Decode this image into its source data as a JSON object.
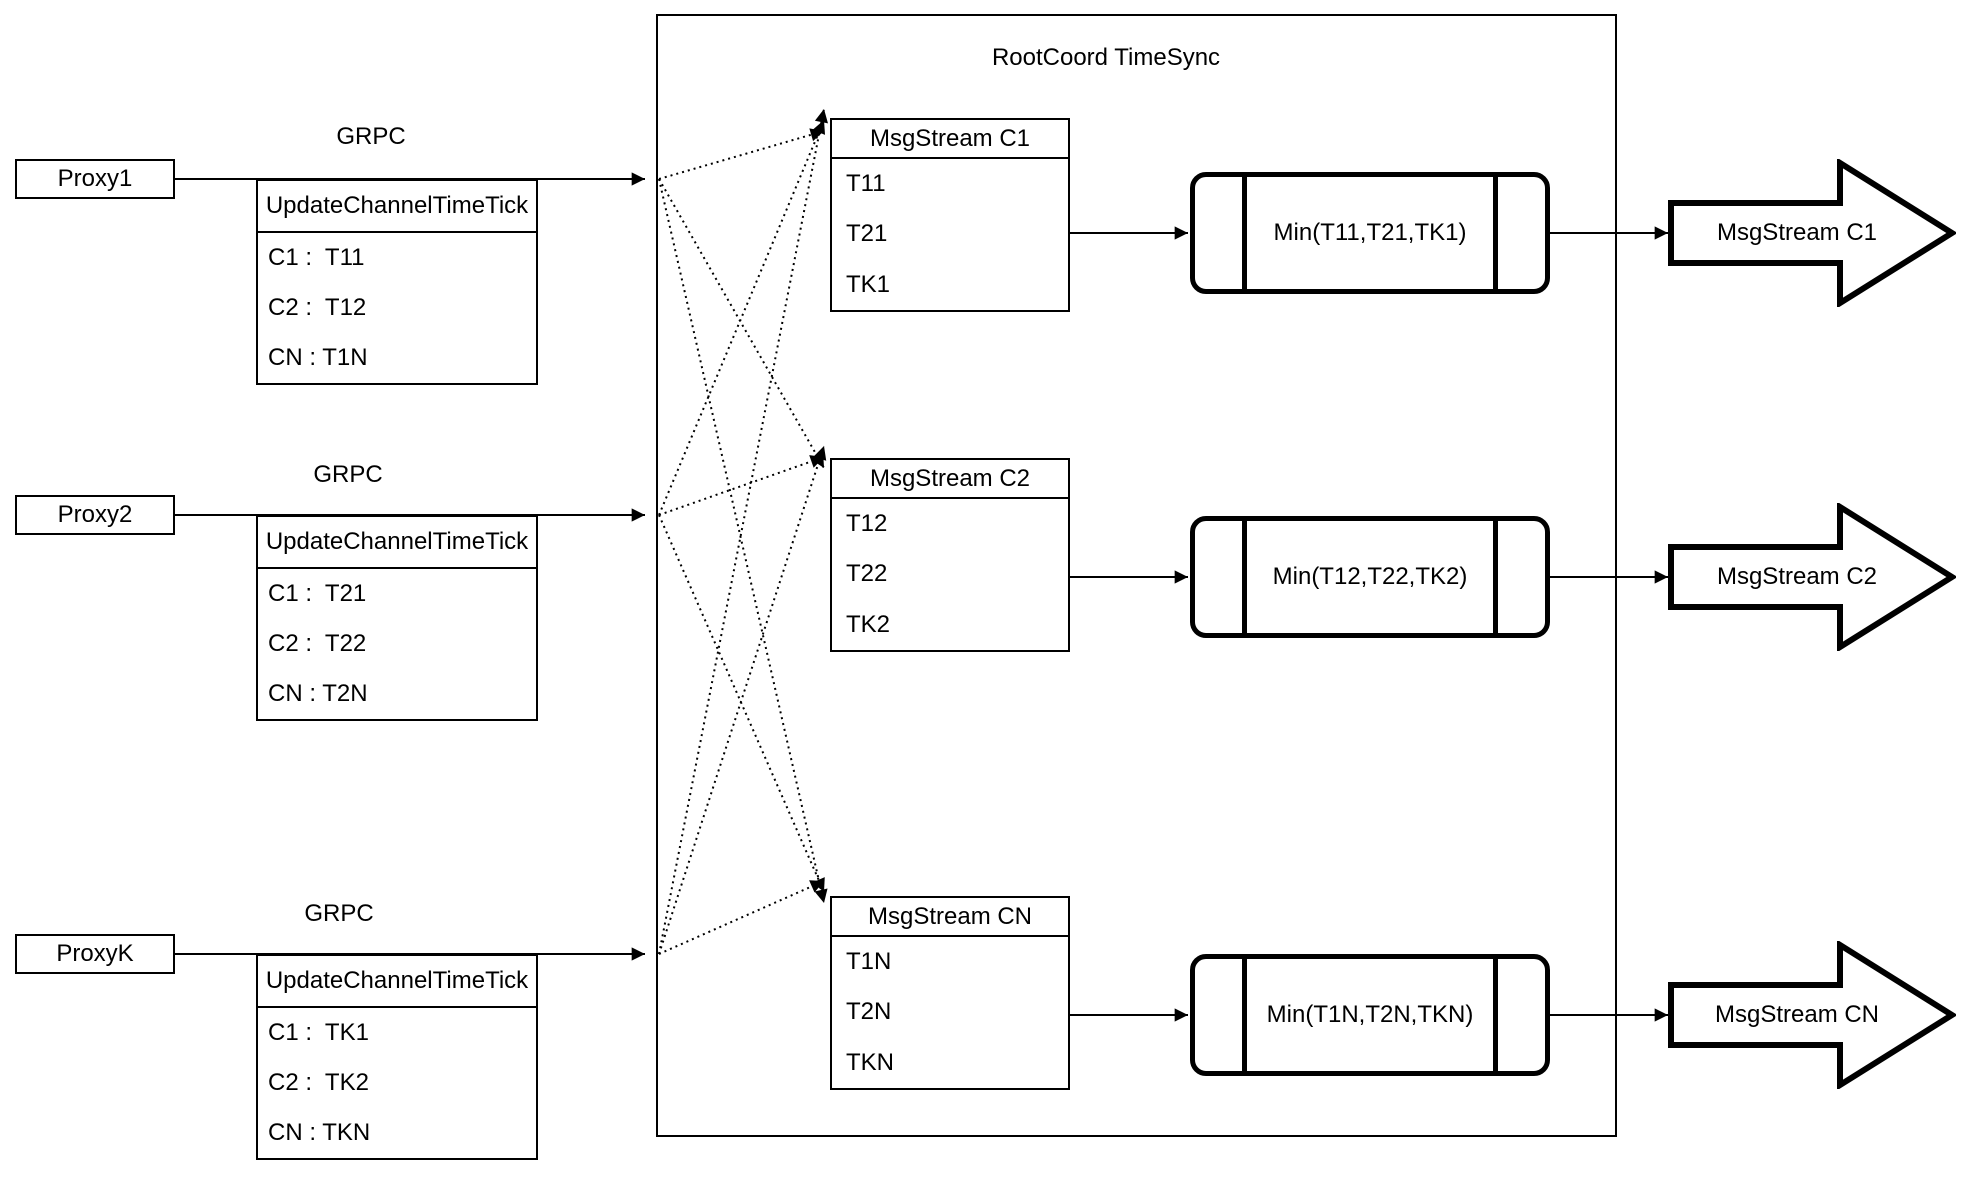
{
  "title": "RootCoord TimeSync",
  "grpc_label": "GRPC",
  "proxies": [
    {
      "name": "Proxy1",
      "table_header": "UpdateChannelTimeTick",
      "rows": [
        "C1 :  T11",
        "C2 :  T12",
        "CN : T1N"
      ]
    },
    {
      "name": "Proxy2",
      "table_header": "UpdateChannelTimeTick",
      "rows": [
        "C1 :  T21",
        "C2 :  T22",
        "CN : T2N"
      ]
    },
    {
      "name": "ProxyK",
      "table_header": "UpdateChannelTimeTick",
      "rows": [
        "C1 :  TK1",
        "C2 :  TK2",
        "CN : TKN"
      ]
    }
  ],
  "streams": [
    {
      "header": "MsgStream C1",
      "timestamps": [
        "T11",
        "T21",
        "TK1"
      ],
      "min_label": "Min(T11,T21,TK1)",
      "output_label": "MsgStream C1"
    },
    {
      "header": "MsgStream C2",
      "timestamps": [
        "T12",
        "T22",
        "TK2"
      ],
      "min_label": "Min(T12,T22,TK2)",
      "output_label": "MsgStream C2"
    },
    {
      "header": "MsgStream CN",
      "timestamps": [
        "T1N",
        "T2N",
        "TKN"
      ],
      "min_label": "Min(T1N,T2N,TKN)",
      "output_label": "MsgStream CN"
    }
  ],
  "colors": {
    "stroke": "#000000",
    "background": "#ffffff"
  }
}
